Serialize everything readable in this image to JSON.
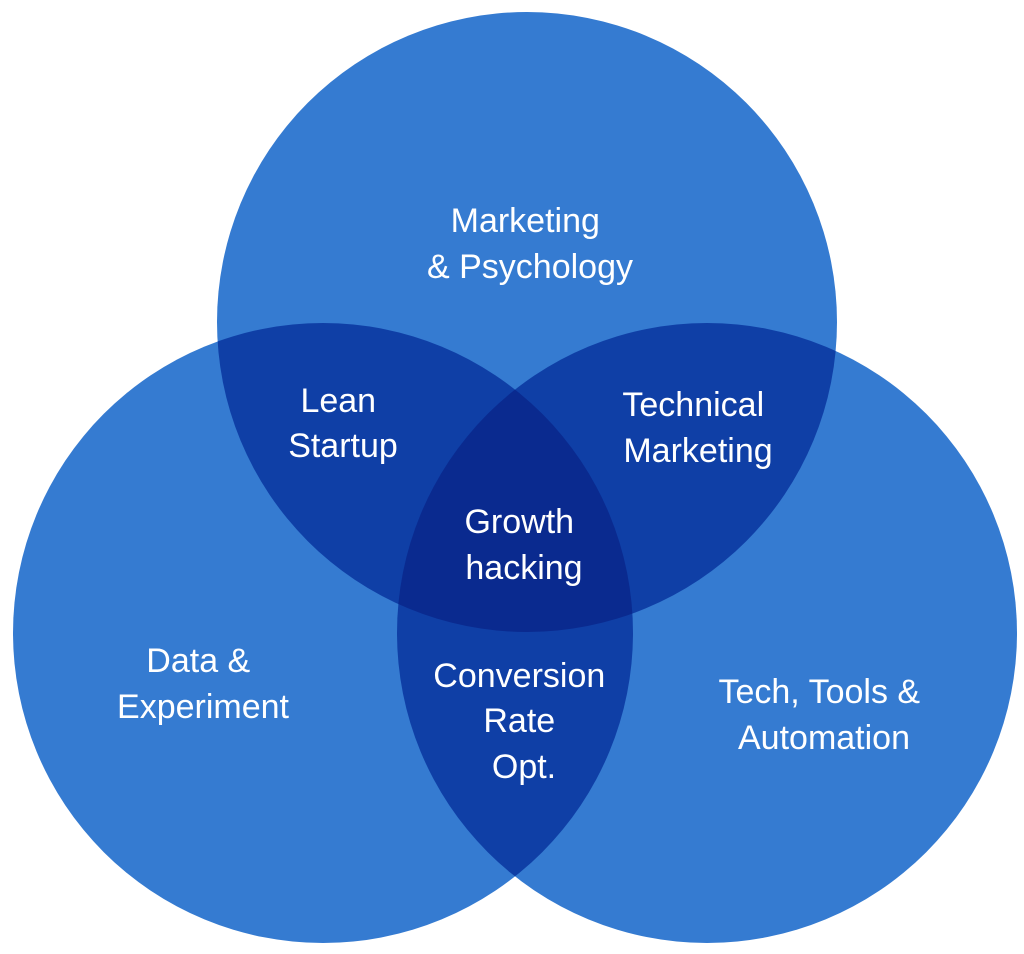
{
  "colors": {
    "circle": "#357bd1",
    "pair_overlap": "#0f3fa6",
    "center_overlap": "#0a2a8f",
    "label": "#ffffff",
    "background": "#ffffff"
  },
  "circles": {
    "top": {
      "line1": "Marketing",
      "line2": "& Psychology"
    },
    "left": {
      "line1": "Data &",
      "line2": "Experiment"
    },
    "right": {
      "line1": "Tech, Tools &",
      "line2": "Automation"
    }
  },
  "overlaps": {
    "top_left": {
      "line1": "Lean",
      "line2": "Startup"
    },
    "top_right": {
      "line1": "Technical",
      "line2": "Marketing"
    },
    "left_right": {
      "line1": "Conversion",
      "line2": "Rate",
      "line3": "Opt."
    },
    "center": {
      "line1": "Growth",
      "line2": "hacking"
    }
  }
}
